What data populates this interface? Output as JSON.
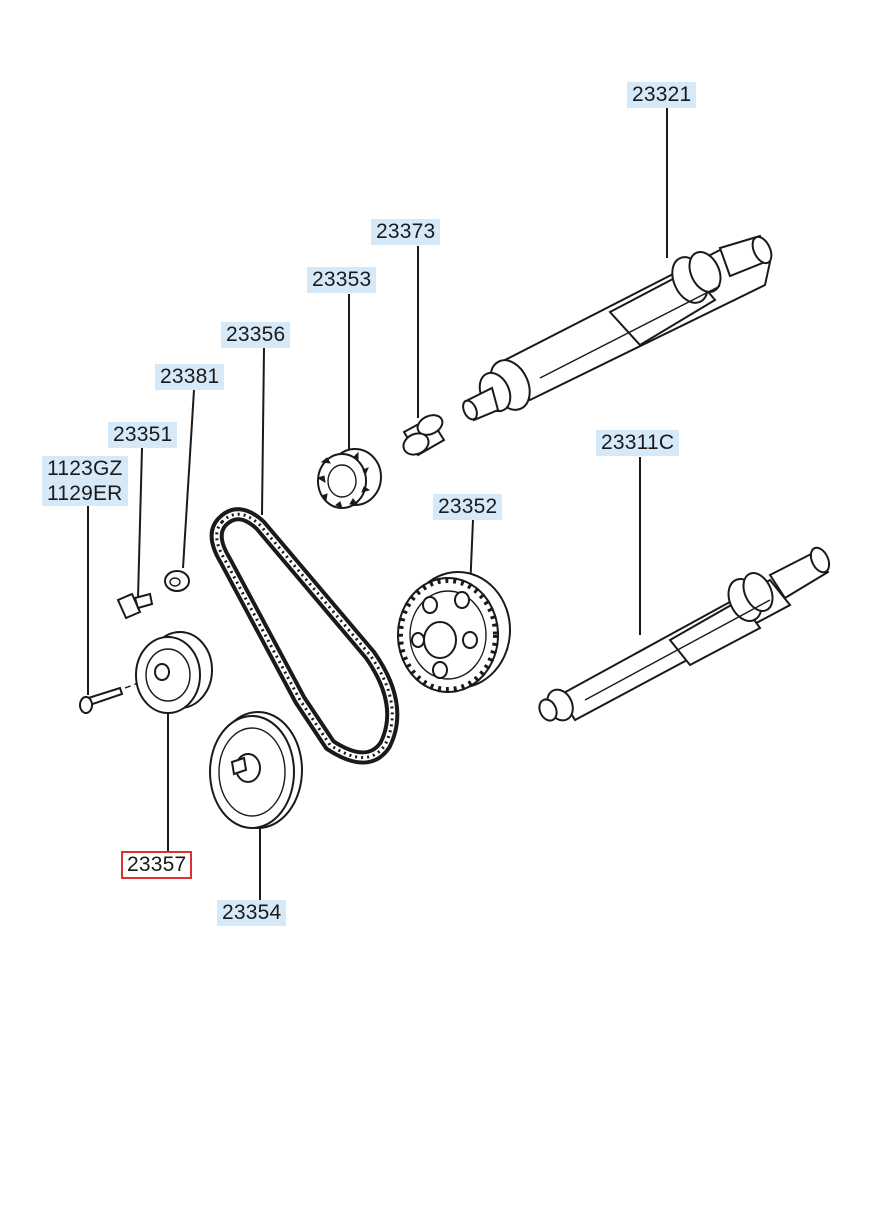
{
  "diagram": {
    "labels": {
      "p23321": "23321",
      "p23373": "23373",
      "p23353": "23353",
      "p23356": "23356",
      "p23381": "23381",
      "p23351": "23351",
      "p1123gz": "1123GZ",
      "p1129er": "1129ER",
      "p23352": "23352",
      "p23311c": "23311C",
      "p23357": "23357",
      "p23354": "23354"
    },
    "selected_part": "23357",
    "colors": {
      "label_bg": "#d6e9f8",
      "selected_border": "#e03030",
      "line": "#1a1a1a"
    }
  }
}
